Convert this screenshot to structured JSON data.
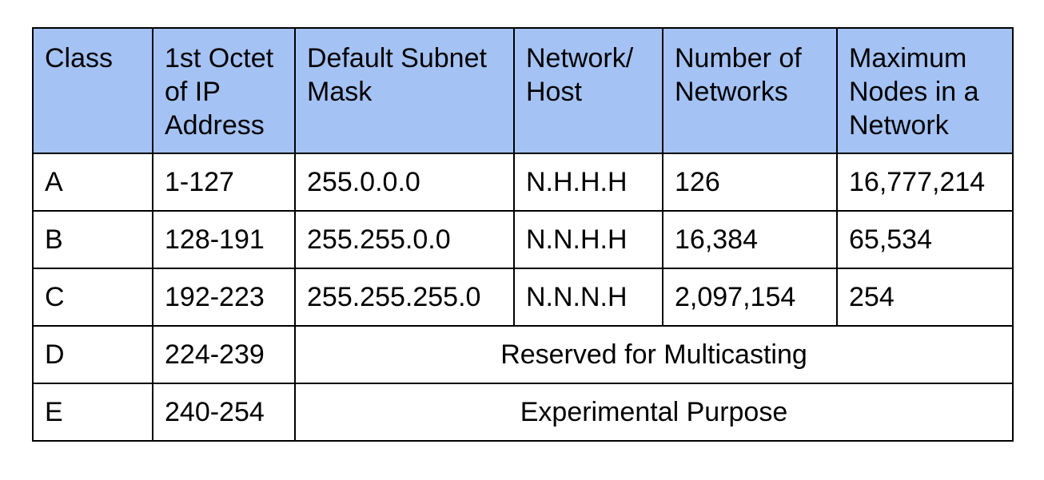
{
  "table": {
    "headers": [
      "Class",
      "1st Octet of IP Address",
      "Default Subnet Mask",
      "Network/ Host",
      "Number of Networks",
      "Maximum Nodes in a Network"
    ],
    "rows": [
      {
        "class": "A",
        "octet": "1-127",
        "mask": "255.0.0.0",
        "network_host": "N.H.H.H",
        "networks": "126",
        "nodes": "16,777,214"
      },
      {
        "class": "B",
        "octet": "128-191",
        "mask": "255.255.0.0",
        "network_host": "N.N.H.H",
        "networks": "16,384",
        "nodes": "65,534"
      },
      {
        "class": "C",
        "octet": "192-223",
        "mask": "255.255.255.0",
        "network_host": "N.N.N.H",
        "networks": "2,097,154",
        "nodes": "254"
      },
      {
        "class": "D",
        "octet": "224-239",
        "merged": "Reserved for Multicasting"
      },
      {
        "class": "E",
        "octet": "240-254",
        "merged": "Experimental Purpose"
      }
    ]
  },
  "colors": {
    "header_background": "#a4c2f4",
    "border": "#000000"
  }
}
